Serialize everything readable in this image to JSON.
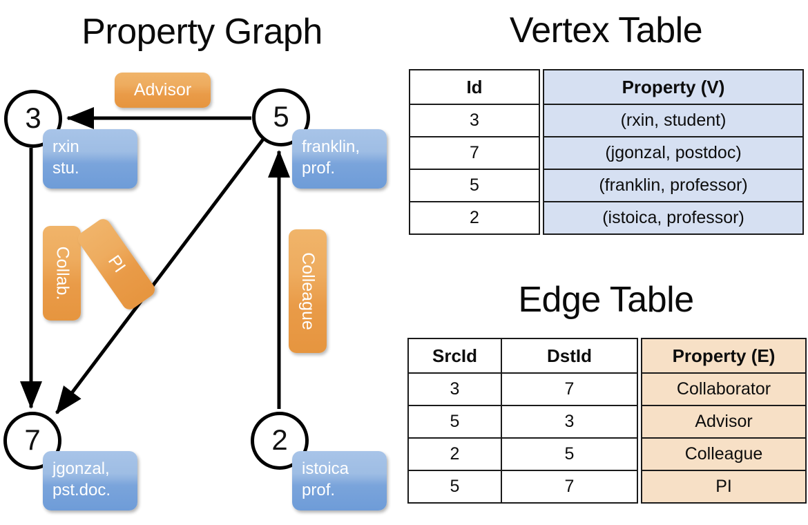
{
  "panels": {
    "graph_title": "Property Graph",
    "vertex_title": "Vertex Table",
    "edge_title": "Edge Table"
  },
  "graph": {
    "nodes": [
      {
        "id": "3",
        "property_line1": "rxin",
        "property_line2": "stu."
      },
      {
        "id": "5",
        "property_line1": "franklin,",
        "property_line2": "prof."
      },
      {
        "id": "7",
        "property_line1": "jgonzal,",
        "property_line2": "pst.doc."
      },
      {
        "id": "2",
        "property_line1": "istoica",
        "property_line2": "prof."
      }
    ],
    "edge_labels": {
      "advisor": "Advisor",
      "collab": "Collab.",
      "pi": "PI",
      "colleague": "Colleague"
    },
    "edges": [
      {
        "from": "5",
        "to": "3",
        "label": "Advisor"
      },
      {
        "from": "3",
        "to": "7",
        "label": "Collab."
      },
      {
        "from": "5",
        "to": "7",
        "label": "PI"
      },
      {
        "from": "2",
        "to": "5",
        "label": "Colleague"
      }
    ]
  },
  "vertex_table": {
    "headers": [
      "Id",
      "Property (V)"
    ],
    "rows": [
      {
        "id": "3",
        "property": "(rxin, student)"
      },
      {
        "id": "7",
        "property": "(jgonzal, postdoc)"
      },
      {
        "id": "5",
        "property": "(franklin, professor)"
      },
      {
        "id": "2",
        "property": "(istoica, professor)"
      }
    ]
  },
  "edge_table": {
    "headers": [
      "SrcId",
      "DstId",
      "Property (E)"
    ],
    "rows": [
      {
        "src": "3",
        "dst": "7",
        "property": "Collaborator"
      },
      {
        "src": "5",
        "dst": "3",
        "property": "Advisor"
      },
      {
        "src": "2",
        "dst": "5",
        "property": "Colleague"
      },
      {
        "src": "5",
        "dst": "7",
        "property": "PI"
      }
    ]
  },
  "colors": {
    "vertex_property_fill": "#d6e0f2",
    "edge_property_fill": "#f7e0c6",
    "node_property_box": "#7aa4db",
    "edge_label_box": "#e9a055",
    "stroke": "#000000"
  }
}
